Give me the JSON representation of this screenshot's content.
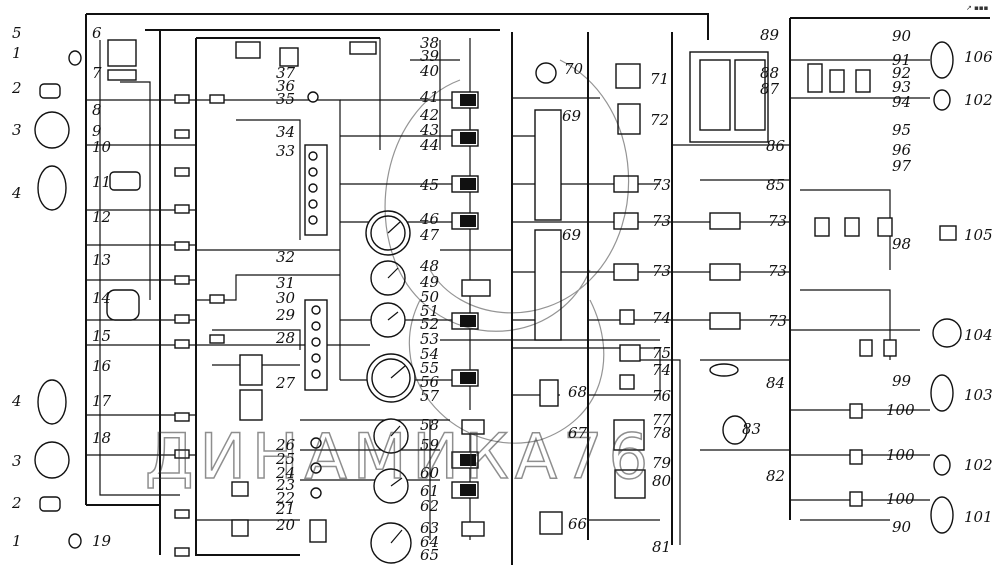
{
  "diagram": {
    "watermark": "ДИНАМИКА76",
    "corner_mark": "↗ ▪▪▪",
    "labels": [
      "1",
      "2",
      "3",
      "4",
      "5",
      "6",
      "7",
      "8",
      "9",
      "10",
      "11",
      "12",
      "13",
      "14",
      "15",
      "16",
      "17",
      "18",
      "19",
      "20",
      "21",
      "22",
      "23",
      "24",
      "25",
      "26",
      "27",
      "28",
      "29",
      "30",
      "31",
      "32",
      "33",
      "34",
      "35",
      "36",
      "37",
      "38",
      "39",
      "40",
      "41",
      "42",
      "43",
      "44",
      "45",
      "46",
      "47",
      "48",
      "49",
      "50",
      "51",
      "52",
      "53",
      "54",
      "55",
      "56",
      "57",
      "58",
      "59",
      "60",
      "61",
      "62",
      "63",
      "64",
      "65",
      "66",
      "67",
      "68",
      "69",
      "70",
      "71",
      "72",
      "73",
      "74",
      "75",
      "76",
      "77",
      "78",
      "79",
      "80",
      "81",
      "82",
      "83",
      "84",
      "85",
      "86",
      "87",
      "88",
      "89",
      "90",
      "91",
      "92",
      "93",
      "94",
      "95",
      "96",
      "97",
      "98",
      "99",
      "100",
      "101",
      "102",
      "103",
      "104",
      "105",
      "106"
    ]
  }
}
